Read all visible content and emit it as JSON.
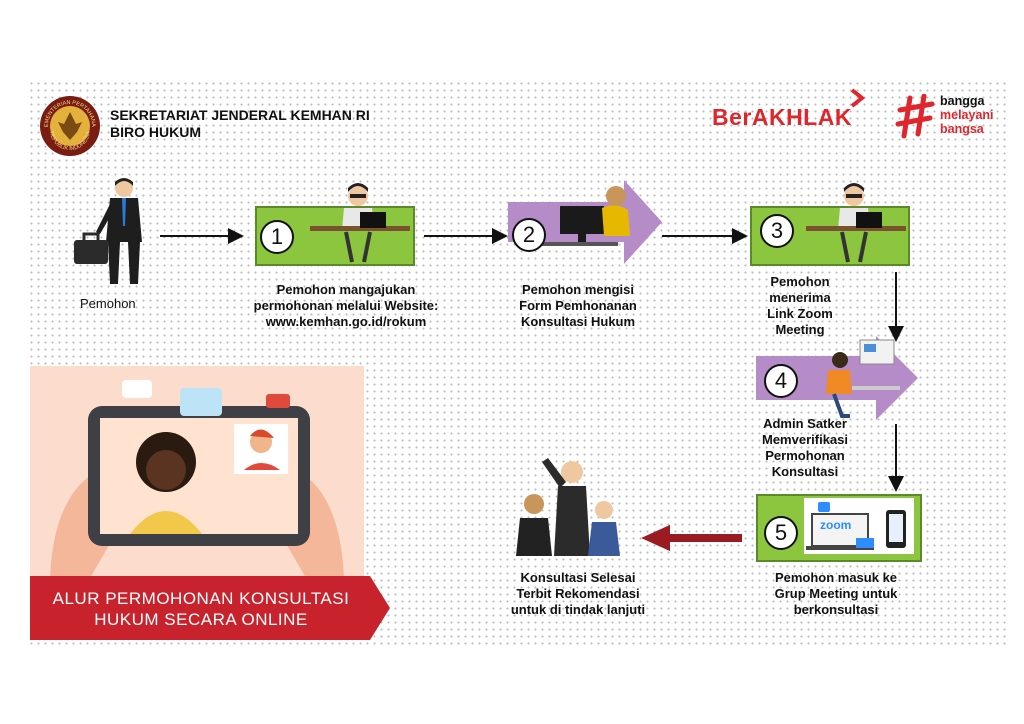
{
  "header": {
    "org_line1": "SEKRETARIAT JENDERAL KEMHAN RI",
    "org_line2": "BIRO HUKUM"
  },
  "logo": {
    "seal_text_top": "KEMENTERIAN PERTAHANAN",
    "seal_text_bottom": "REPUBLIK INDONESIA",
    "berakhlak": "BerAKHLAK",
    "tagline1": "bangga",
    "tagline2": "melayani",
    "tagline3": "bangsa"
  },
  "flow": {
    "start_label": "Pemohon",
    "steps": [
      {
        "num": "1",
        "caption": [
          "Pemohon mangajukan",
          "permohonan melalui Website:",
          "www.kemhan.go.id/rokum"
        ]
      },
      {
        "num": "2",
        "caption": [
          "Pemohon mengisi",
          "Form Pemhonanan",
          "Konsultasi Hukum"
        ]
      },
      {
        "num": "3",
        "caption": [
          "Pemohon",
          "menerima",
          "Link Zoom",
          "Meeting"
        ]
      },
      {
        "num": "4",
        "caption": [
          "Admin Satker",
          "Memverifikasi",
          "Permohonan",
          "Konsultasi"
        ]
      },
      {
        "num": "5",
        "caption": [
          "Pemohon masuk ke",
          "Grup Meeting untuk",
          "berkonsultasi"
        ]
      }
    ],
    "end_caption": [
      "Konsultasi Selesai",
      "Terbit Rekomendasi",
      "untuk di tindak lanjuti"
    ],
    "zoom_label": "zoom"
  },
  "banner": {
    "line1": "ALUR PERMOHONAN KONSULTASI",
    "line2": "HUKUM SECARA ONLINE"
  },
  "colors": {
    "accent_red": "#e0262d",
    "banner_red": "#c8222d",
    "step_green": "#8cc63f",
    "step_purple": "#b58cc8",
    "arrow_dark_red": "#9b1b23"
  }
}
